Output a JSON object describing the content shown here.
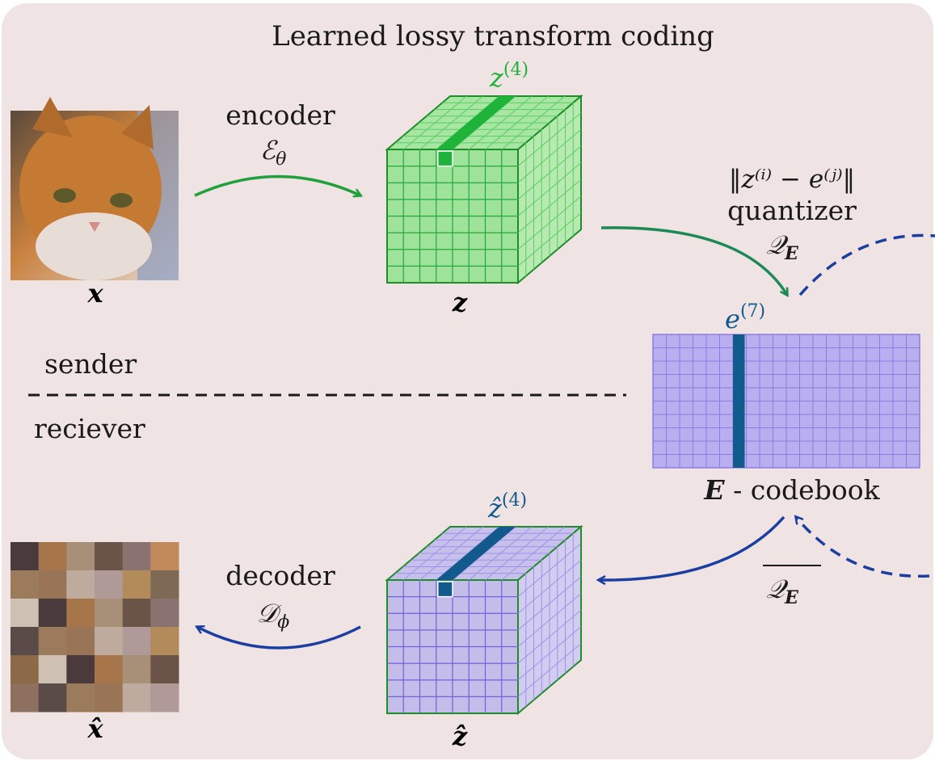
{
  "title": "Learned lossy transform coding",
  "encoder": {
    "label": "encoder",
    "symbol": "ℰ",
    "subscript": "θ"
  },
  "decoder": {
    "label": "decoder",
    "symbol": "𝒟",
    "subscript": "ϕ"
  },
  "input_image": {
    "label": "x"
  },
  "output_image": {
    "label": "x̂"
  },
  "latent": {
    "label": "z",
    "vector_label": "z",
    "vector_index": "(4)"
  },
  "latent_hat": {
    "label": "ẑ",
    "vector_label": "ẑ",
    "vector_index": "(4)"
  },
  "quantizer": {
    "distance": "‖z⁽ⁱ⁾ − e⁽ʲ⁾‖",
    "label": "quantizer",
    "symbol": "𝒬",
    "subscript": "E",
    "inverse_symbol": "𝒬",
    "inverse_subscript": "E"
  },
  "codebook": {
    "label": "E",
    "suffix": " - codebook",
    "entry_label": "e",
    "entry_index": "(7)"
  },
  "sender_label": "sender",
  "receiver_label": "reciever",
  "colors": {
    "background": "#f0e3e4",
    "green": "#1fb33a",
    "green_dark": "#1f8c2a",
    "blue": "#1a3fa0",
    "teal_blue": "#135a8c",
    "lavender": "#b8aef0",
    "lavender_line": "#8a7ce0"
  }
}
